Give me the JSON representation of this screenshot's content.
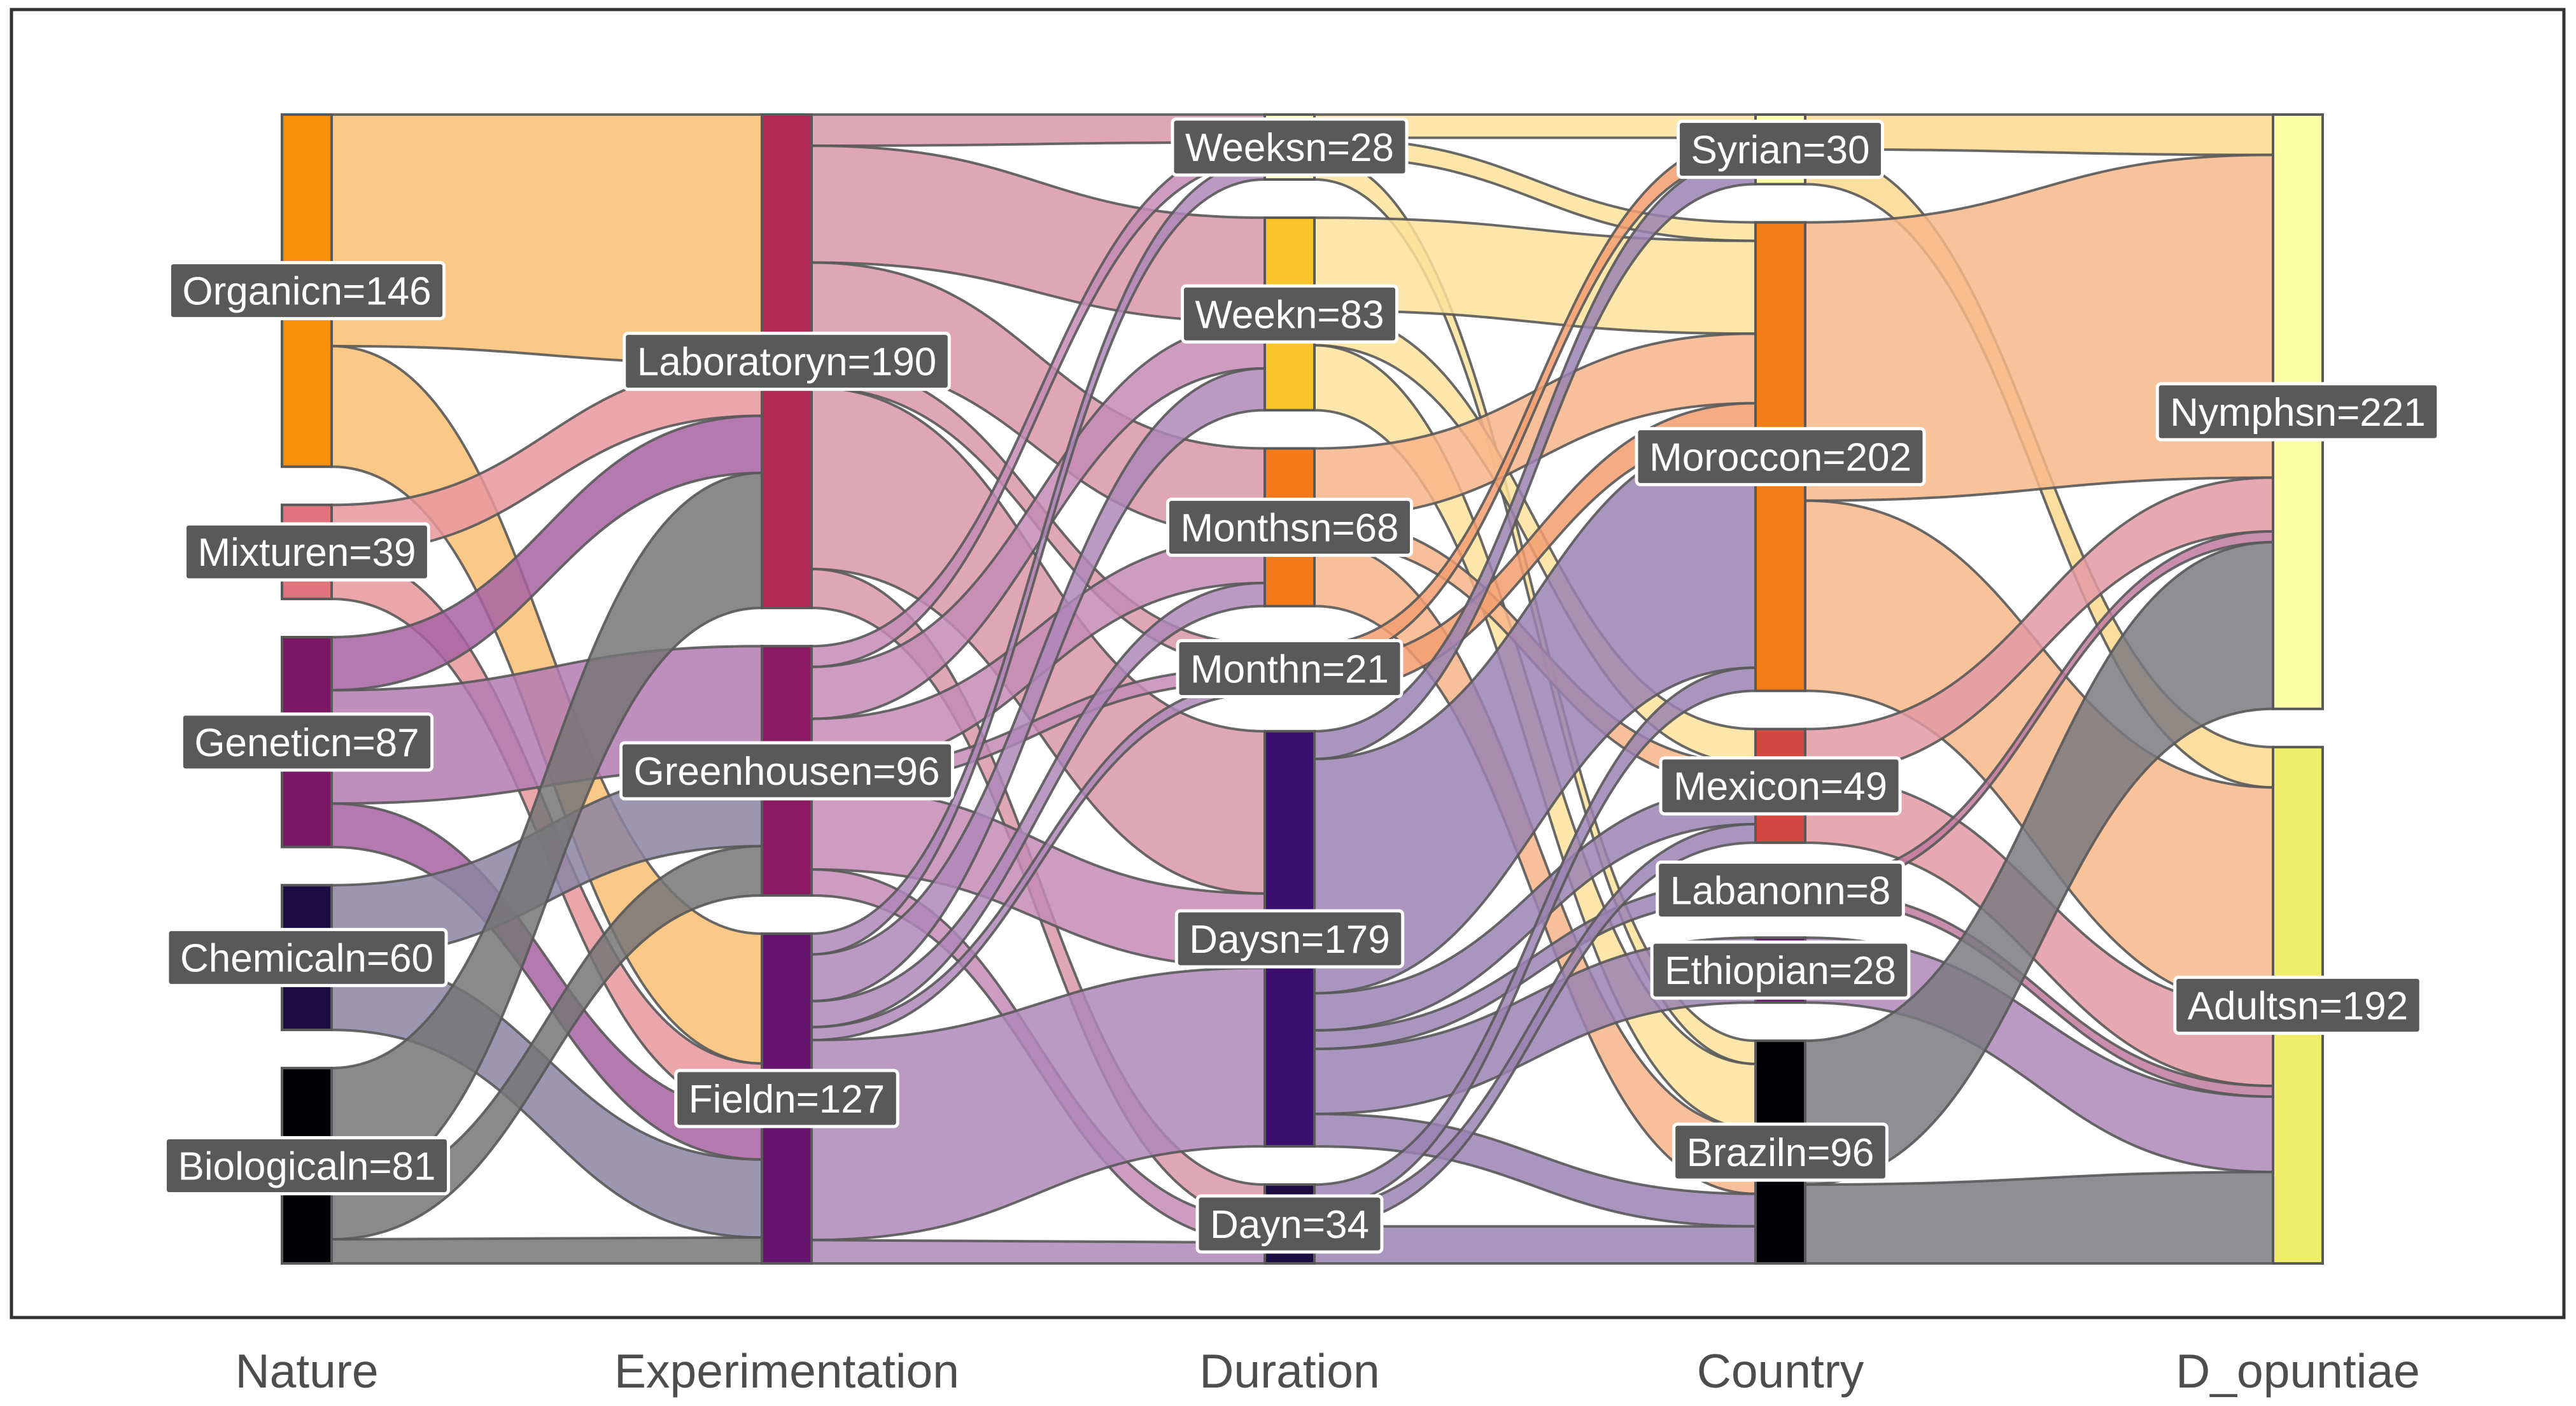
{
  "chart_data": {
    "type": "alluvial",
    "title": "",
    "axes": [
      "Nature",
      "Experimentation",
      "Duration",
      "Country",
      "D_opuntiae"
    ],
    "nodes": [
      {
        "axis": 0,
        "name": "Organic",
        "label": "Organicn=146",
        "value": 146,
        "color": "#f68f0a"
      },
      {
        "axis": 0,
        "name": "Mixture",
        "label": "Mixturen=39",
        "value": 39,
        "color": "#e0737d"
      },
      {
        "axis": 0,
        "name": "Genetic",
        "label": "Geneticn=87",
        "value": 87,
        "color": "#7b1866"
      },
      {
        "axis": 0,
        "name": "Chemical",
        "label": "Chemicaln=60",
        "value": 60,
        "color": "#1b0c41"
      },
      {
        "axis": 0,
        "name": "Biological",
        "label": "Biologicaln=81",
        "value": 81,
        "color": "#000004"
      },
      {
        "axis": 1,
        "name": "Laboratory",
        "label": "Laboratoryn=190",
        "value": 190,
        "color": "#b02c56"
      },
      {
        "axis": 1,
        "name": "Greenhouse",
        "label": "Greenhousen=96",
        "value": 96,
        "color": "#8c1a63"
      },
      {
        "axis": 1,
        "name": "Field",
        "label": "Fieldn=127",
        "value": 127,
        "color": "#65146d"
      },
      {
        "axis": 2,
        "name": "Weeks",
        "label": "Weeksn=28",
        "value": 28,
        "color": "#fcffa4"
      },
      {
        "axis": 2,
        "name": "Week",
        "label": "Weekn=83",
        "value": 83,
        "color": "#f9c528"
      },
      {
        "axis": 2,
        "name": "Months",
        "label": "Monthsn=68",
        "value": 68,
        "color": "#f47918"
      },
      {
        "axis": 2,
        "name": "Month",
        "label": "Monthn=21",
        "value": 21,
        "color": "#e95e0d"
      },
      {
        "axis": 2,
        "name": "Days",
        "label": "Daysn=179",
        "value": 179,
        "color": "#3b0f70"
      },
      {
        "axis": 2,
        "name": "Day",
        "label": "Dayn=34",
        "value": 34,
        "color": "#1b0c41"
      },
      {
        "axis": 3,
        "name": "Syria",
        "label": "Syrian=30",
        "value": 30,
        "color": "#fcffa4"
      },
      {
        "axis": 3,
        "name": "Morocco",
        "label": "Moroccon=202",
        "value": 202,
        "color": "#f57d15"
      },
      {
        "axis": 3,
        "name": "Mexico",
        "label": "Mexicon=49",
        "value": 49,
        "color": "#d44842"
      },
      {
        "axis": 3,
        "name": "Labanon",
        "label": "Labanonn=8",
        "value": 8,
        "color": "#9f2a63"
      },
      {
        "axis": 3,
        "name": "Ethiopia",
        "label": "Ethiopian=28",
        "value": 28,
        "color": "#65156e"
      },
      {
        "axis": 3,
        "name": "Brazil",
        "label": "Braziln=96",
        "value": 96,
        "color": "#000004"
      },
      {
        "axis": 4,
        "name": "Nymphs",
        "label": "Nymphsn=221",
        "value": 221,
        "color": "#fcffa4"
      },
      {
        "axis": 4,
        "name": "Adults",
        "label": "Adultsn=192",
        "value": 192,
        "color": "#f0ec6c"
      }
    ],
    "flows": [
      {
        "from": "Organic",
        "to": "Laboratory",
        "value": 96,
        "color": "#f9be72"
      },
      {
        "from": "Organic",
        "to": "Field",
        "value": 50,
        "color": "#f9be72"
      },
      {
        "from": "Mixture",
        "to": "Laboratory",
        "value": 20,
        "color": "#e7969d"
      },
      {
        "from": "Mixture",
        "to": "Field",
        "value": 19,
        "color": "#e7969d"
      },
      {
        "from": "Genetic",
        "to": "Laboratory",
        "value": 22,
        "color": "#a763a2"
      },
      {
        "from": "Genetic",
        "to": "Greenhouse",
        "value": 47,
        "color": "#b37ab0"
      },
      {
        "from": "Genetic",
        "to": "Field",
        "value": 18,
        "color": "#a763a2"
      },
      {
        "from": "Chemical",
        "to": "Greenhouse",
        "value": 30,
        "color": "#8c84a2"
      },
      {
        "from": "Chemical",
        "to": "Field",
        "value": 30,
        "color": "#8c84a2"
      },
      {
        "from": "Biological",
        "to": "Laboratory",
        "value": 52,
        "color": "#757575"
      },
      {
        "from": "Biological",
        "to": "Greenhouse",
        "value": 19,
        "color": "#757575"
      },
      {
        "from": "Biological",
        "to": "Field",
        "value": 10,
        "color": "#757575"
      },
      {
        "from": "Laboratory",
        "to": "Weeks",
        "value": 12,
        "color": "#d996a8"
      },
      {
        "from": "Laboratory",
        "to": "Week",
        "value": 45,
        "color": "#d996a8"
      },
      {
        "from": "Laboratory",
        "to": "Months",
        "value": 38,
        "color": "#d996a8"
      },
      {
        "from": "Laboratory",
        "to": "Month",
        "value": 10,
        "color": "#d996a8"
      },
      {
        "from": "Laboratory",
        "to": "Days",
        "value": 70,
        "color": "#d996a8"
      },
      {
        "from": "Laboratory",
        "to": "Day",
        "value": 15,
        "color": "#d996a8"
      },
      {
        "from": "Greenhouse",
        "to": "Weeks",
        "value": 8,
        "color": "#c48bb5"
      },
      {
        "from": "Greenhouse",
        "to": "Week",
        "value": 20,
        "color": "#c48bb5"
      },
      {
        "from": "Greenhouse",
        "to": "Months",
        "value": 20,
        "color": "#c48bb5"
      },
      {
        "from": "Greenhouse",
        "to": "Month",
        "value": 6,
        "color": "#c48bb5"
      },
      {
        "from": "Greenhouse",
        "to": "Days",
        "value": 32,
        "color": "#c48bb5"
      },
      {
        "from": "Greenhouse",
        "to": "Day",
        "value": 10,
        "color": "#c48bb5"
      },
      {
        "from": "Field",
        "to": "Weeks",
        "value": 8,
        "color": "#ae87b8"
      },
      {
        "from": "Field",
        "to": "Week",
        "value": 18,
        "color": "#ae87b8"
      },
      {
        "from": "Field",
        "to": "Months",
        "value": 10,
        "color": "#ae87b8"
      },
      {
        "from": "Field",
        "to": "Month",
        "value": 5,
        "color": "#ae87b8"
      },
      {
        "from": "Field",
        "to": "Days",
        "value": 77,
        "color": "#ae87b8"
      },
      {
        "from": "Field",
        "to": "Day",
        "value": 9,
        "color": "#ae87b8"
      },
      {
        "from": "Weeks",
        "to": "Syria",
        "value": 10,
        "color": "#fbe29a"
      },
      {
        "from": "Weeks",
        "to": "Morocco",
        "value": 8,
        "color": "#fbe29a"
      },
      {
        "from": "Weeks",
        "to": "Brazil",
        "value": 10,
        "color": "#fbe29a"
      },
      {
        "from": "Week",
        "to": "Morocco",
        "value": 40,
        "color": "#fbe29a"
      },
      {
        "from": "Week",
        "to": "Mexico",
        "value": 15,
        "color": "#fbe29a"
      },
      {
        "from": "Week",
        "to": "Brazil",
        "value": 28,
        "color": "#fbe29a"
      },
      {
        "from": "Months",
        "to": "Morocco",
        "value": 30,
        "color": "#f7b48a"
      },
      {
        "from": "Months",
        "to": "Mexico",
        "value": 10,
        "color": "#f7b48a"
      },
      {
        "from": "Months",
        "to": "Brazil",
        "value": 28,
        "color": "#f7b48a"
      },
      {
        "from": "Month",
        "to": "Syria",
        "value": 8,
        "color": "#f39e70"
      },
      {
        "from": "Month",
        "to": "Morocco",
        "value": 13,
        "color": "#f39e70"
      },
      {
        "from": "Days",
        "to": "Syria",
        "value": 12,
        "color": "#9a82b2"
      },
      {
        "from": "Days",
        "to": "Morocco",
        "value": 101,
        "color": "#9a82b2"
      },
      {
        "from": "Days",
        "to": "Mexico",
        "value": 16,
        "color": "#9a82b2"
      },
      {
        "from": "Days",
        "to": "Labanon",
        "value": 8,
        "color": "#9a82b2"
      },
      {
        "from": "Days",
        "to": "Ethiopia",
        "value": 28,
        "color": "#9a82b2"
      },
      {
        "from": "Days",
        "to": "Brazil",
        "value": 14,
        "color": "#9a82b2"
      },
      {
        "from": "Day",
        "to": "Morocco",
        "value": 10,
        "color": "#9a82b2"
      },
      {
        "from": "Day",
        "to": "Mexico",
        "value": 8,
        "color": "#9a82b2"
      },
      {
        "from": "Day",
        "to": "Brazil",
        "value": 16,
        "color": "#9a82b2"
      },
      {
        "from": "Syria",
        "to": "Nymphs",
        "value": 15,
        "color": "#fbd98d"
      },
      {
        "from": "Syria",
        "to": "Adults",
        "value": 15,
        "color": "#fbd98d"
      },
      {
        "from": "Morocco",
        "to": "Nymphs",
        "value": 120,
        "color": "#f7b98a"
      },
      {
        "from": "Morocco",
        "to": "Adults",
        "value": 82,
        "color": "#f7b98a"
      },
      {
        "from": "Mexico",
        "to": "Nymphs",
        "value": 20,
        "color": "#e39aa3"
      },
      {
        "from": "Mexico",
        "to": "Adults",
        "value": 29,
        "color": "#e39aa3"
      },
      {
        "from": "Labanon",
        "to": "Nymphs",
        "value": 4,
        "color": "#c07aa0"
      },
      {
        "from": "Labanon",
        "to": "Adults",
        "value": 4,
        "color": "#c07aa0"
      },
      {
        "from": "Ethiopia",
        "to": "Adults",
        "value": 28,
        "color": "#ae87b8"
      },
      {
        "from": "Brazil",
        "to": "Nymphs",
        "value": 62,
        "color": "#7a7a80"
      },
      {
        "from": "Brazil",
        "to": "Adults",
        "value": 34,
        "color": "#7a7a80"
      }
    ]
  }
}
